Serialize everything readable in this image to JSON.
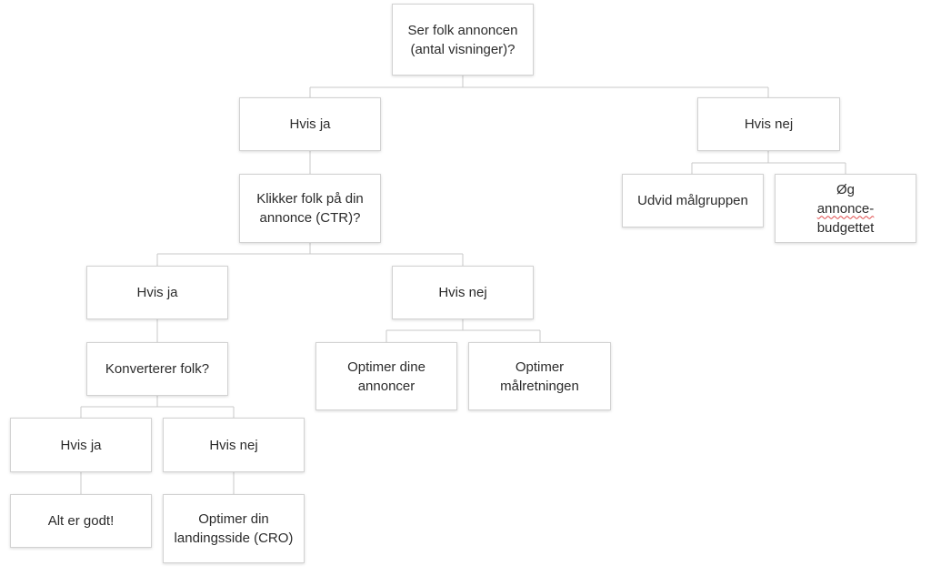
{
  "diagram": {
    "nodes": {
      "root": {
        "lines": [
          "Ser folk annoncen",
          "(antal visninger)?"
        ]
      },
      "yes1": {
        "lines": [
          "Hvis ja"
        ]
      },
      "no1": {
        "lines": [
          "Hvis nej"
        ]
      },
      "ctr": {
        "lines": [
          "Klikker folk på din",
          "annonce (CTR)?"
        ]
      },
      "expand": {
        "lines": [
          "Udvid målgruppen"
        ]
      },
      "budget": {
        "line1_prefix": "Øg ",
        "line1_word": "annonce-",
        "line2": "budgettet"
      },
      "yes2": {
        "lines": [
          "Hvis ja"
        ]
      },
      "no2": {
        "lines": [
          "Hvis nej"
        ]
      },
      "convert": {
        "lines": [
          "Konverterer folk?"
        ]
      },
      "optimize_ads": {
        "lines": [
          "Optimer dine",
          "annoncer"
        ]
      },
      "optimize_targeting": {
        "lines": [
          "Optimer",
          "målretningen"
        ]
      },
      "yes3": {
        "lines": [
          "Hvis ja"
        ]
      },
      "no3": {
        "lines": [
          "Hvis nej"
        ]
      },
      "all_good": {
        "lines": [
          "Alt er godt!"
        ]
      },
      "optimize_landing": {
        "lines": [
          "Optimer din",
          "landingsside (CRO)"
        ]
      }
    },
    "colors": {
      "connector": "#c8c8c8",
      "node_border": "#d2d2d2",
      "text": "#2b2b2b",
      "spellcheck_underline": "#e04a4a"
    }
  }
}
